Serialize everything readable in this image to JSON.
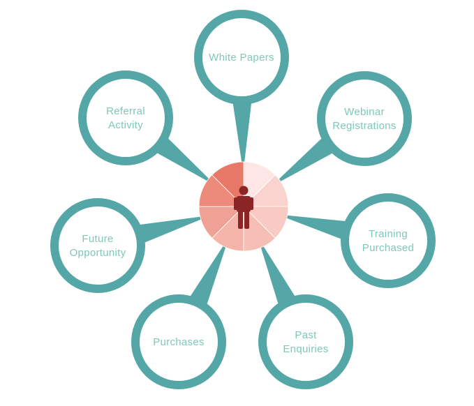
{
  "colors": {
    "ring": "#55a7a7",
    "label": "#7ec8b8",
    "person": "#8b2525",
    "hub_segments": [
      "#fde6e3",
      "#fbd3ce",
      "#f9cac3",
      "#f6bfb6",
      "#f4b4aa",
      "#f0a195",
      "#ec8b7c",
      "#e87868"
    ]
  },
  "hub": {
    "icon": "person-icon"
  },
  "nodes": [
    {
      "id": "white-papers",
      "lines": [
        "White Papers"
      ]
    },
    {
      "id": "webinar-registrations",
      "lines": [
        "Webinar",
        "Registrations"
      ]
    },
    {
      "id": "training-purchased",
      "lines": [
        "Training",
        "Purchased"
      ]
    },
    {
      "id": "past-enquiries",
      "lines": [
        "Past",
        "Enquiries"
      ]
    },
    {
      "id": "purchases",
      "lines": [
        "Purchases"
      ]
    },
    {
      "id": "future-opportunity",
      "lines": [
        "Future",
        "Opportunity"
      ]
    },
    {
      "id": "referral-activity",
      "lines": [
        "Referral",
        "Activity"
      ]
    }
  ]
}
